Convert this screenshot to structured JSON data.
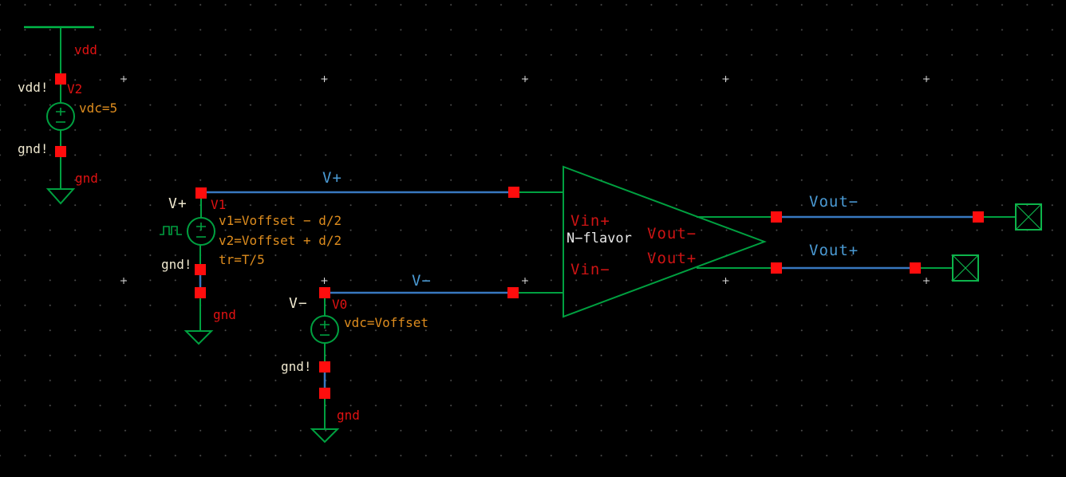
{
  "palette": {
    "background": "#000000",
    "symbol_green": "#00A040",
    "pin_box_green": "#0DB44B",
    "net_wire_blue": "#3878C0",
    "net_label_blue": "#4A9AD4",
    "pin_square_red": "#FF0D0D",
    "instance_label_red": "#E01212",
    "parameter_orange": "#DD8C1E",
    "terminal_cream": "#EFE8CF",
    "grid_dot_gray": "#4F4F4F"
  },
  "sources": {
    "v2": {
      "name": "V2",
      "wire_label_top": "vdd",
      "net_label_top": "vdd!",
      "param": "vdc=5",
      "net_label_bottom": "gnd!",
      "wire_label_bottom": "gnd"
    },
    "v1": {
      "name": "V1",
      "net_label_top": "V+",
      "params": [
        "v1=Voffset − d/2",
        "v2=Voffset + d/2",
        "tr=T/5"
      ],
      "net_label_bottom": "gnd!",
      "wire_label_bottom": "gnd"
    },
    "v0": {
      "name": "V0",
      "net_label_top": "V−",
      "param": "vdc=Voffset",
      "net_label_bottom": "gnd!",
      "wire_label_bottom": "gnd"
    }
  },
  "amplifier": {
    "type_label": "N−flavor",
    "pin_in_plus": "Vin+",
    "pin_in_minus": "Vin−",
    "pin_out_minus": "Vout−",
    "pin_out_plus": "Vout+"
  },
  "net_labels": {
    "v_plus": "V+",
    "v_minus": "V−",
    "vout_minus": "Vout−",
    "vout_plus": "Vout+"
  }
}
